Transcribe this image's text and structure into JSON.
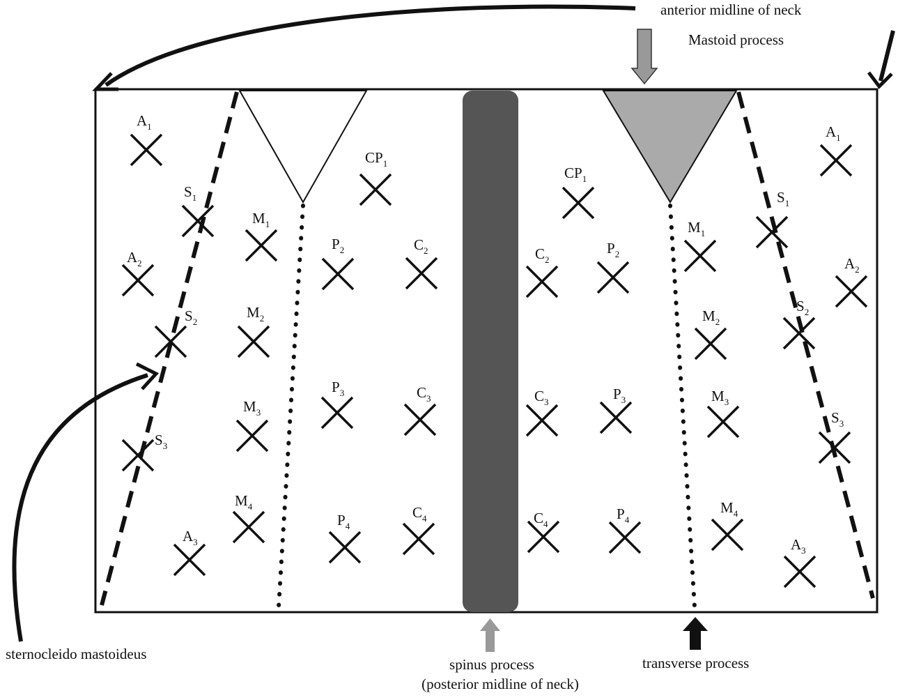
{
  "captions": {
    "anterior_midline": "anterior midline of neck",
    "mastoid": "Mastoid process",
    "sternocleido": "sternocleido mastoideus",
    "spinus_line1": "spinus process",
    "spinus_line2": "(posterior midline of neck)",
    "transverse": "transverse process"
  },
  "points_left": [
    {
      "id": "A1",
      "letter": "A",
      "sub": "1"
    },
    {
      "id": "S1",
      "letter": "S",
      "sub": "1"
    },
    {
      "id": "A2",
      "letter": "A",
      "sub": "2"
    },
    {
      "id": "S2",
      "letter": "S",
      "sub": "2"
    },
    {
      "id": "S3",
      "letter": "S",
      "sub": "3"
    },
    {
      "id": "A3",
      "letter": "A",
      "sub": "3"
    },
    {
      "id": "M1",
      "letter": "M",
      "sub": "1"
    },
    {
      "id": "M2",
      "letter": "M",
      "sub": "2"
    },
    {
      "id": "M3",
      "letter": "M",
      "sub": "3"
    },
    {
      "id": "M4",
      "letter": "M",
      "sub": "4"
    },
    {
      "id": "CP1",
      "letter": "CP",
      "sub": "1"
    },
    {
      "id": "P2",
      "letter": "P",
      "sub": "2"
    },
    {
      "id": "P3",
      "letter": "P",
      "sub": "3"
    },
    {
      "id": "P4",
      "letter": "P",
      "sub": "4"
    },
    {
      "id": "C2",
      "letter": "C",
      "sub": "2"
    },
    {
      "id": "C3",
      "letter": "C",
      "sub": "3"
    },
    {
      "id": "C4",
      "letter": "C",
      "sub": "4"
    }
  ],
  "points_right": [
    {
      "id": "A1",
      "letter": "A",
      "sub": "1"
    },
    {
      "id": "S1",
      "letter": "S",
      "sub": "1"
    },
    {
      "id": "A2",
      "letter": "A",
      "sub": "2"
    },
    {
      "id": "S2",
      "letter": "S",
      "sub": "2"
    },
    {
      "id": "S3",
      "letter": "S",
      "sub": "3"
    },
    {
      "id": "A3",
      "letter": "A",
      "sub": "3"
    },
    {
      "id": "M1",
      "letter": "M",
      "sub": "1"
    },
    {
      "id": "M2",
      "letter": "M",
      "sub": "2"
    },
    {
      "id": "M3",
      "letter": "M",
      "sub": "3"
    },
    {
      "id": "M4",
      "letter": "M",
      "sub": "4"
    },
    {
      "id": "CP1",
      "letter": "CP",
      "sub": "1"
    },
    {
      "id": "P2",
      "letter": "P",
      "sub": "2"
    },
    {
      "id": "P3",
      "letter": "P",
      "sub": "3"
    },
    {
      "id": "P4",
      "letter": "P",
      "sub": "4"
    },
    {
      "id": "C2",
      "letter": "C",
      "sub": "2"
    },
    {
      "id": "C3",
      "letter": "C",
      "sub": "3"
    },
    {
      "id": "C4",
      "letter": "C",
      "sub": "4"
    }
  ],
  "colors": {
    "line": "#111111",
    "spinous_bar": "#555555",
    "mastoid_right_fill": "#aaaaaa",
    "arrow_gray": "#999999",
    "arrow_black": "#111111"
  }
}
